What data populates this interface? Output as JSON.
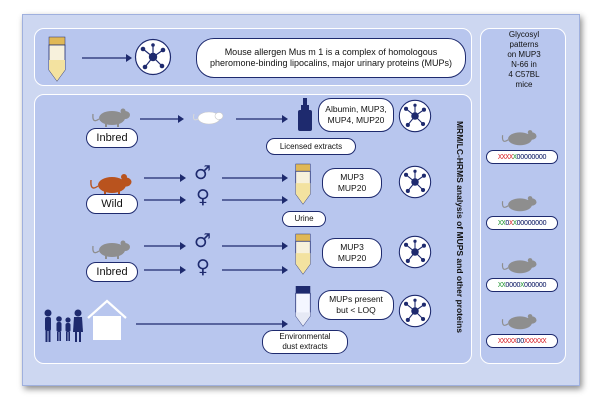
{
  "colors": {
    "frame_bg": "#cdd7f1",
    "panel_bg": "#b8c6ee",
    "navy": "#1e2a6e",
    "tube_cap_gold": "#e0b856",
    "mouse_wild": "#b9531e",
    "mouse_gray": "#8e8e8e",
    "pattern_red": "#d9262c",
    "pattern_green": "#2a9a3a"
  },
  "top_statement": "Mouse allergen Mus m 1 is a complex of homologous\npheromone-binding lipocalins, major urinary proteins (MUPs)",
  "rows": [
    {
      "source": "Inbred",
      "result": "Albumin, MUP3,\nMUP4, MUP20",
      "sample": "Licensed extracts",
      "icons": [
        "gray-mouse-icon",
        "white-mouse-icon",
        "dropper-bottle-icon"
      ]
    },
    {
      "source": "Wild",
      "result": "MUP3\nMUP20",
      "sample": "Urine",
      "icons": [
        "wild-mouse-icon",
        "male-symbol",
        "female-symbol",
        "urine-tube-icon"
      ]
    },
    {
      "source": "Inbred",
      "result": "MUP3\nMUP20",
      "sample": "",
      "icons": [
        "gray-mouse-icon",
        "male-symbol",
        "female-symbol",
        "urine-tube-icon"
      ]
    },
    {
      "source": "",
      "result": "MUPs present\nbut  < LOQ",
      "sample": "Environmental\ndust extracts",
      "icons": [
        "family-icon",
        "house-icon",
        "dust-tube-icon"
      ]
    }
  ],
  "vertical_label": "MRM/LC-HRMS analysis of MUPS and other proteins",
  "glyco": {
    "title": "Glycosyl\npatterns\non MUP3\nN-66 in\n4 C57BL\nmice",
    "patterns": [
      [
        {
          "t": "XXXX",
          "c": "red"
        },
        {
          "t": "X",
          "c": "green"
        },
        {
          "t": "OOOOOOOO",
          "c": "navy"
        }
      ],
      [
        {
          "t": "XX",
          "c": "green"
        },
        {
          "t": "O",
          "c": "navy"
        },
        {
          "t": "X",
          "c": "red"
        },
        {
          "t": "X",
          "c": "green"
        },
        {
          "t": "OOOOOOOO",
          "c": "navy"
        }
      ],
      [
        {
          "t": "XX",
          "c": "green"
        },
        {
          "t": "OOOO",
          "c": "navy"
        },
        {
          "t": "X",
          "c": "green"
        },
        {
          "t": "OOOOOO",
          "c": "navy"
        }
      ],
      [
        {
          "t": "XXXXX",
          "c": "red"
        },
        {
          "t": "OO",
          "c": "navy"
        },
        {
          "t": "XXXXXX",
          "c": "red"
        }
      ]
    ]
  }
}
